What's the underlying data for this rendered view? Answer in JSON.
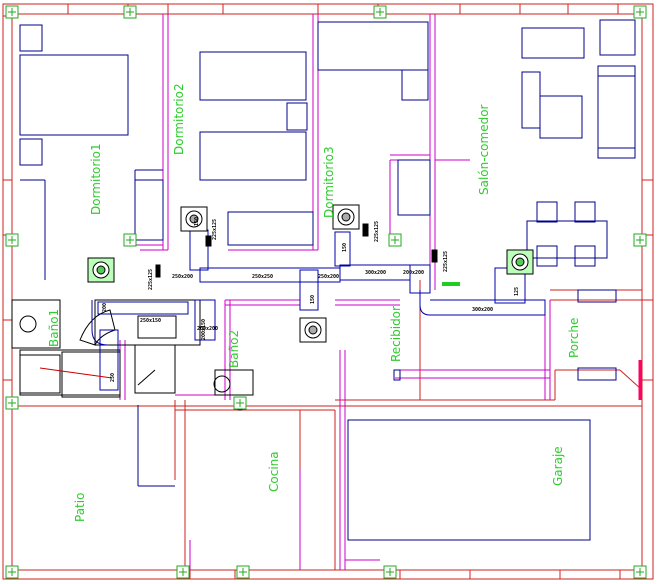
{
  "colors": {
    "wall": "#cc2222",
    "interior": "#cc00cc",
    "furniture": "#000088",
    "duct": "#0000aa",
    "label": "#2ecc2e",
    "marker": "#22aa22",
    "fixture": "#000000"
  },
  "rooms": {
    "dormitorio1": "Dormitorio1",
    "dormitorio2": "Dormitorio2",
    "dormitorio3": "Dormitorio3",
    "salon": "Salón-comedor",
    "bano1": "Baño1",
    "bano2": "Baño2",
    "recibidor": "Recibidor",
    "porche": "Porche",
    "patio": "Patio",
    "cocina": "Cocina",
    "garaje": "Garaje"
  },
  "ducts": {
    "d1": "225x125",
    "d2": "225x125",
    "d3": "225x125",
    "d4": "225x125",
    "d5": "250x200",
    "d6": "250x250",
    "d7": "250x200",
    "d8": "300x200",
    "d9": "200x200",
    "d10": "300x200",
    "d11": "250x150",
    "d12": "200x150",
    "d13": "200",
    "d14": "150",
    "d15": "150",
    "d16": "150",
    "d17": "250",
    "d18": "125",
    "d19": "200x200"
  },
  "icons": [
    "grid-marker-icon",
    "fan-unit-icon",
    "air-diffuser-icon",
    "toilet-icon",
    "sink-icon"
  ]
}
